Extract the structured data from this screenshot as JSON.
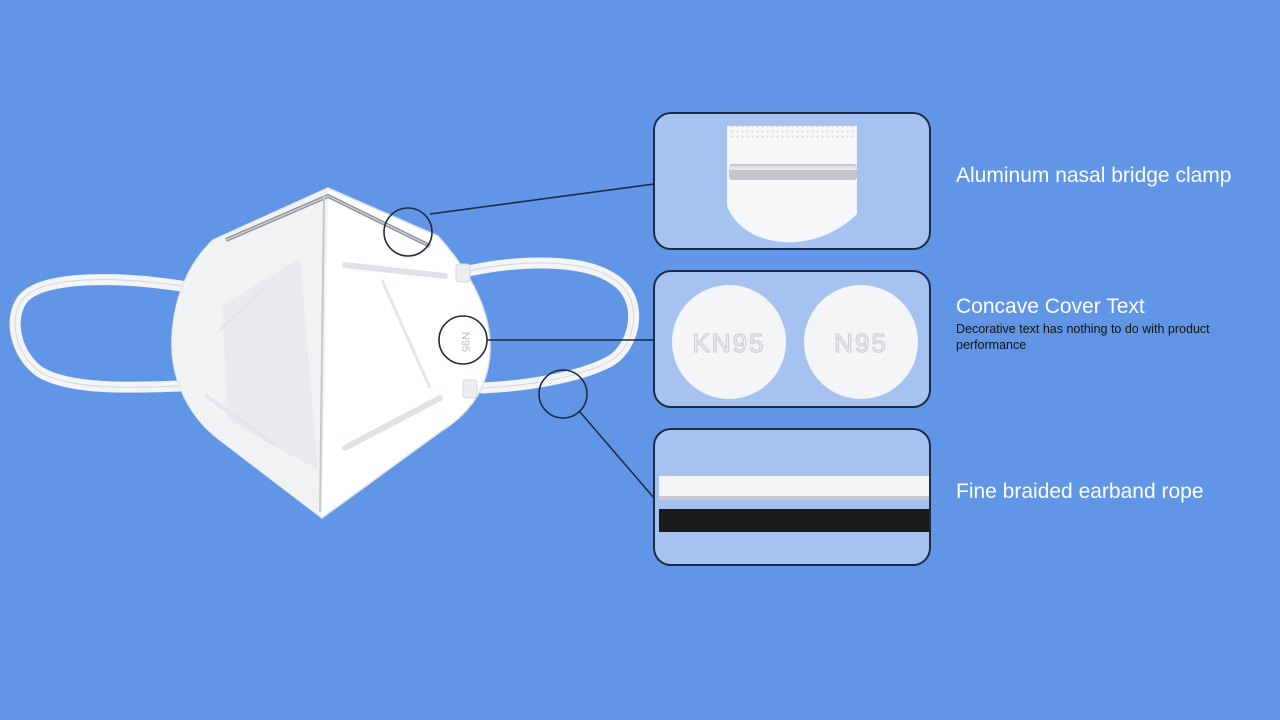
{
  "features": [
    {
      "title": "Aluminum nasal bridge clamp"
    },
    {
      "title": "Concave Cover Text",
      "description": "Decorative text has nothing to do with product performance"
    },
    {
      "title": "Fine braided earband rope"
    }
  ],
  "emboss": [
    "KN95",
    "N95"
  ],
  "mask_emboss": "N95",
  "colors": {
    "background": "#6196e6",
    "panel_fill": "#a6c2f0",
    "outline": "#1e2a44",
    "label": "#ffffff"
  }
}
